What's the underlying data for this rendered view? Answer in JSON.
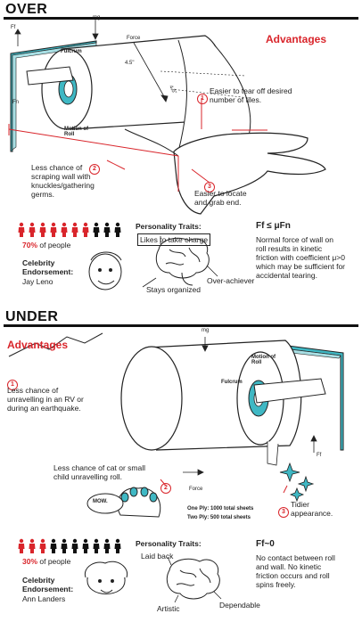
{
  "over": {
    "title": "OVER",
    "advantages_title": "Advantages",
    "labels": {
      "mg": "mg",
      "ff": "Ff",
      "fn": "Fn",
      "fulcrum": "Fulcrum",
      "force": "Force",
      "motion": "Motion of\nRoll",
      "dim1": "4.5\"",
      "dim2": "4.5\""
    },
    "points": [
      {
        "n": "1",
        "text": "Easier to tear off desired number of tiles."
      },
      {
        "n": "2",
        "text": "Less chance of scraping wall with knuckles/gathering germs."
      },
      {
        "n": "3",
        "text": "Easier to locate and grab end."
      }
    ],
    "stat_percent": "70%",
    "stat_suffix": " of people",
    "people_red": 7,
    "people_total": 10,
    "celebrity_label": "Celebrity Endorsement:",
    "celebrity_name": "Jay Leno",
    "traits_title": "Personality Traits:",
    "traits": [
      "Likes to take charge",
      "Over-achiever",
      "Stays organized"
    ],
    "physics_title": "Ff ≤ μFn",
    "physics_text": "Normal force of wall on roll results in kinetic friction with coefficient μ>0 which may be sufficient for accidental tearing."
  },
  "under": {
    "title": "UNDER",
    "advantages_title": "Advantages",
    "labels": {
      "mg": "mg",
      "ff": "Ff",
      "fulcrum": "Fulcrum",
      "force": "Force",
      "motion": "Motion of\nRoll",
      "mow": "MOW."
    },
    "points": [
      {
        "n": "1",
        "text": "Less chance of unravelling in an RV or during an earthquake."
      },
      {
        "n": "2",
        "text": "Less chance of cat or small child unravelling roll."
      },
      {
        "n": "3",
        "text": "Tidier appearance."
      }
    ],
    "sheets": [
      "One Ply: 1000 total sheets",
      "Two Ply: 500 total sheets"
    ],
    "stat_percent": "30%",
    "stat_suffix": " of people",
    "people_red": 3,
    "people_total": 10,
    "celebrity_label": "Celebrity Endorsement:",
    "celebrity_name": "Ann Landers",
    "traits_title": "Personality Traits:",
    "traits": [
      "Laid back",
      "Artistic",
      "Dependable"
    ],
    "physics_title": "Ff~0",
    "physics_text": "No contact between roll and wall. No kinetic friction occurs and roll spins freely."
  },
  "colors": {
    "red": "#d9252b",
    "teal": "#3fb8c4",
    "black": "#111111"
  }
}
